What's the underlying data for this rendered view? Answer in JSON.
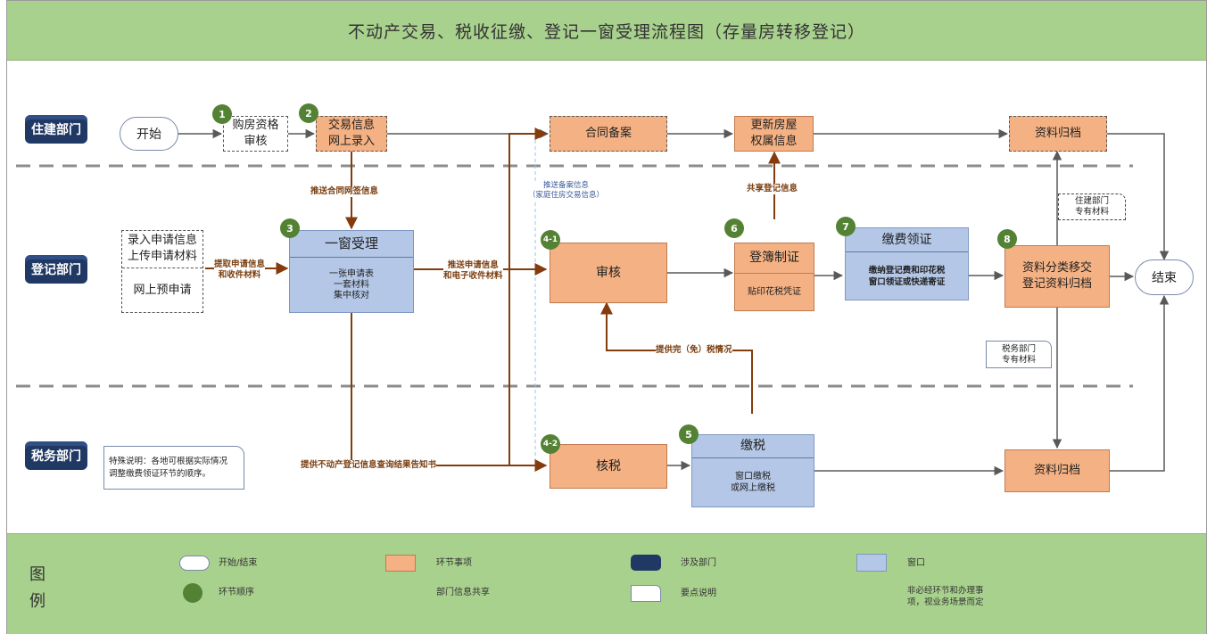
{
  "title": "不动产交易、税收征缴、登记一窗受理流程图（存量房转移登记）",
  "departments": [
    "住建部门",
    "登记部门",
    "税务部门"
  ],
  "start": "开始",
  "end": "结束",
  "steps": {
    "s1": {
      "num": "1",
      "text": "购房资格\n审核"
    },
    "s2": {
      "num": "2",
      "text": "交易信息\n网上录入"
    },
    "contract": {
      "text": "合同备案"
    },
    "update": {
      "text": "更新房屋\n权属信息"
    },
    "archive_top": {
      "text": "资料归档"
    },
    "online_pre": {
      "text_top": "录入申请信息\n上传申请材料",
      "text_bottom": "网上预申请"
    },
    "s3": {
      "num": "3",
      "title": "一窗受理",
      "body": "一张申请表\n一套材料\n集中核对"
    },
    "s41": {
      "num": "4-1",
      "text": "审核"
    },
    "s6": {
      "num": "6",
      "title": "登簿制证",
      "body": "贴印花税凭证"
    },
    "s7": {
      "num": "7",
      "title": "缴费领证",
      "body": "缴纳登记费和印花税\n窗口领证或快递寄证"
    },
    "s8": {
      "num": "8",
      "text": "资料分类移交\n登记资料归档"
    },
    "s42": {
      "num": "4-2",
      "text": "核税"
    },
    "s5": {
      "num": "5",
      "title": "缴税",
      "body": "窗口缴税\n或网上缴税"
    },
    "archive_bottom": {
      "text": "资料归档"
    }
  },
  "labels": {
    "push_contract": "推送合同网签信息",
    "extract": "提取申请信息\n和收件材料",
    "push_apply": "推送申请信息\n和电子收件材料",
    "share_reg": "共享登记信息",
    "tax_status": "提供完（免）税情况",
    "provide_query": "提供不动产登记信息查询结果告知书",
    "push_filing": "推送备案信息\n（家庭住房交易信息）"
  },
  "notes": {
    "housing_material": "住建部门\n专有材料",
    "tax_material": "税务部门\n专有材料",
    "special": "特殊说明：各地可根据实际情况\n调整缴费领证环节的顺序。"
  },
  "legend": {
    "title": "图\n例",
    "items": {
      "start_end": "开始/结束",
      "order": "环节顺序",
      "step": "环节事项",
      "share": "部门信息共享",
      "dept": "涉及部门",
      "note": "要点说明",
      "window": "窗口",
      "optional": "非必经环节和办理事\n项，视业务场景而定"
    }
  },
  "colors": {
    "header_green": "#a9d18e",
    "orange": "#f4b183",
    "blue": "#b4c7e7",
    "navy": "#203864",
    "circle_green": "#548235",
    "brown_arrow": "#843c0c"
  }
}
